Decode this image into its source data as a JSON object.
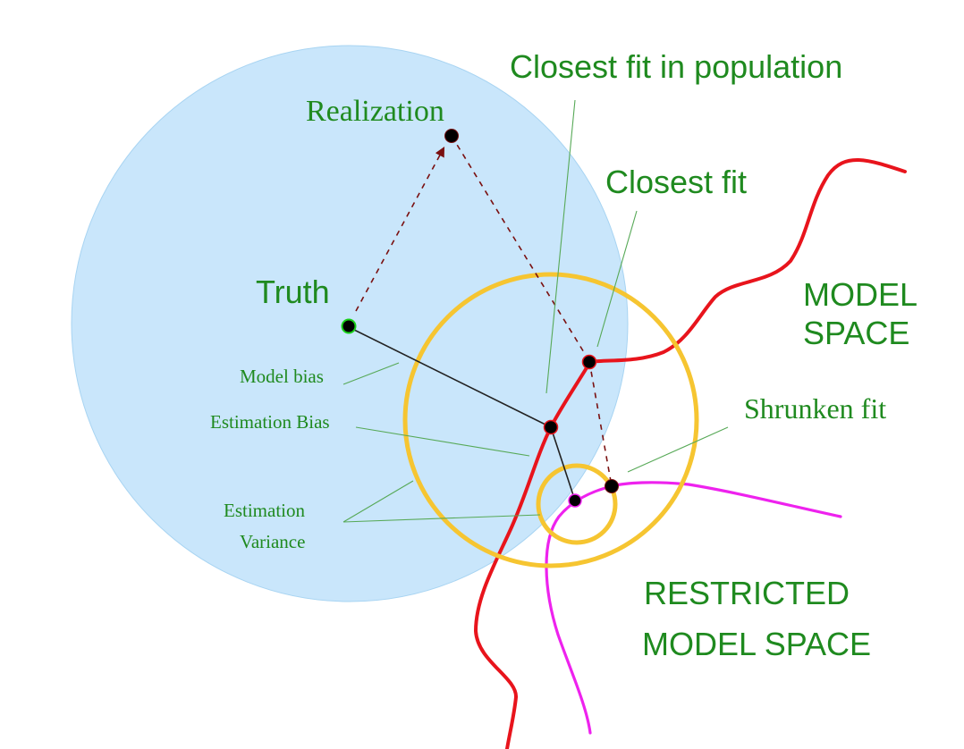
{
  "labels": {
    "realization": "Realization",
    "closest_fit_population": "Closest fit in population",
    "closest_fit": "Closest fit",
    "truth": "Truth",
    "model_space_line1": "MODEL",
    "model_space_line2": "SPACE",
    "model_bias": "Model bias",
    "estimation_bias": "Estimation Bias",
    "shrunken_fit": "Shrunken fit",
    "estimation_variance_line1": "Estimation",
    "estimation_variance_line2": "Variance",
    "restricted_line1": "RESTRICTED",
    "restricted_line2": "MODEL SPACE"
  },
  "colors": {
    "label_green": "#1f8a1f",
    "realization_region": "#c9e6fb",
    "model_space_curve": "#e8141c",
    "restricted_space_curve": "#ee22ee",
    "error_circles": "#f6c531",
    "truth_point": "#19d019",
    "fit_points": "#000000",
    "dashed_paths": "#7a1010"
  }
}
